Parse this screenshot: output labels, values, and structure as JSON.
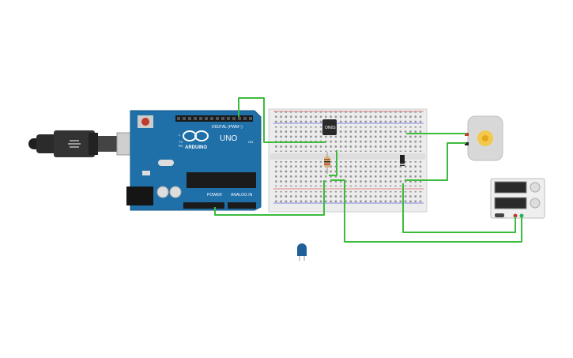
{
  "board": {
    "brand": "ARDUINO",
    "model": "UNO",
    "digital_header": "DIGITAL (PWM~)",
    "power_header": "POWER",
    "analog_header": "ANALOG IN",
    "tx_label": "TX",
    "rx_label": "RX",
    "on_label": "ON",
    "l_label": "L"
  },
  "transistor": {
    "label": "ON6S"
  },
  "colors": {
    "wire": "#3dbb3d",
    "board": "#1f6fa8",
    "breadboard": "#ececec",
    "usb_cable": "#2b2b2b"
  },
  "icons": [
    "usb-cable-icon",
    "arduino-uno-icon",
    "breadboard-icon",
    "dc-motor-icon",
    "power-supply-icon",
    "led-icon",
    "resistor-icon",
    "transistor-icon"
  ]
}
